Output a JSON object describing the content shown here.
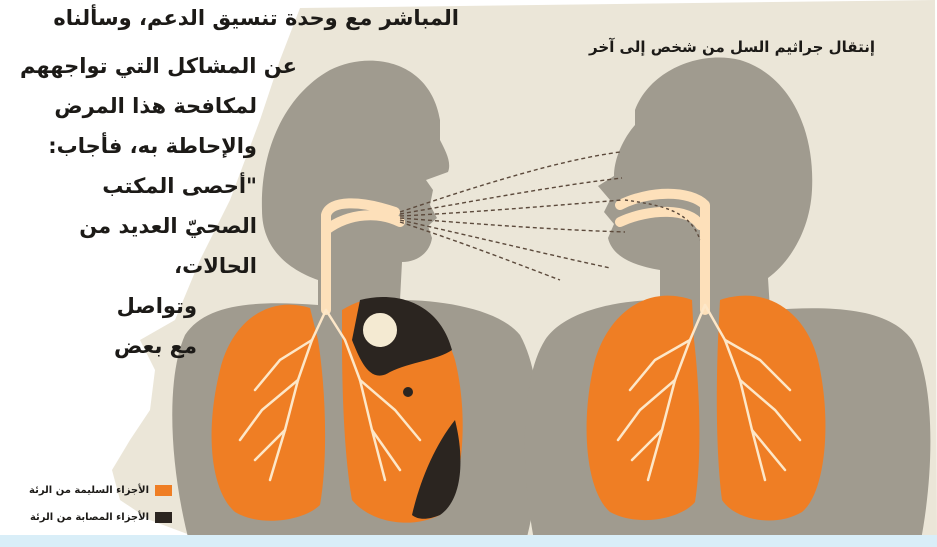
{
  "caption": "إنتقال جراثيم السل من شخص إلى آخر",
  "article_lines": [
    "المباشر مع وحدة تنسيق الدعم، وسألناه",
    "عن المشاكل التي تواجههم",
    "لمكافحة هذا المرض",
    "والإحاطة به، فأجاب:",
    "\"أحصى المكتب",
    "الصحيّ العديد من",
    "الحالات،",
    "وتواصل",
    "مع بعض"
  ],
  "legend": [
    {
      "label": "الأجزاء السليمة من الرئة",
      "color": "#ef7e24"
    },
    {
      "label": "الأجزاء المصابة من الرئة",
      "color": "#2b2520"
    }
  ],
  "colors": {
    "paper": "#ebe6d8",
    "silhouette": "#a09b8f",
    "lung": "#ef7e24",
    "airway": "#fde0ba",
    "infected": "#2b2520",
    "bronchi": "#fde7c8"
  }
}
